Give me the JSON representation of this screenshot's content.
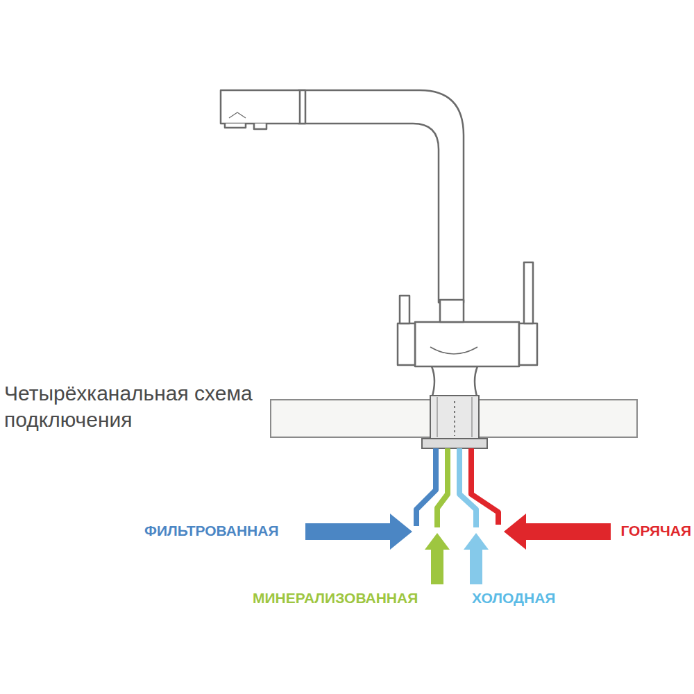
{
  "diagram": {
    "title": "Четырёхканальная схема подключения",
    "labels": [
      "ФИЛЬТРОВАННАЯ",
      "ГОРЯЧАЯ",
      "МИНЕРАЛИЗОВАННАЯ",
      "ХОЛОДНАЯ"
    ]
  }
}
